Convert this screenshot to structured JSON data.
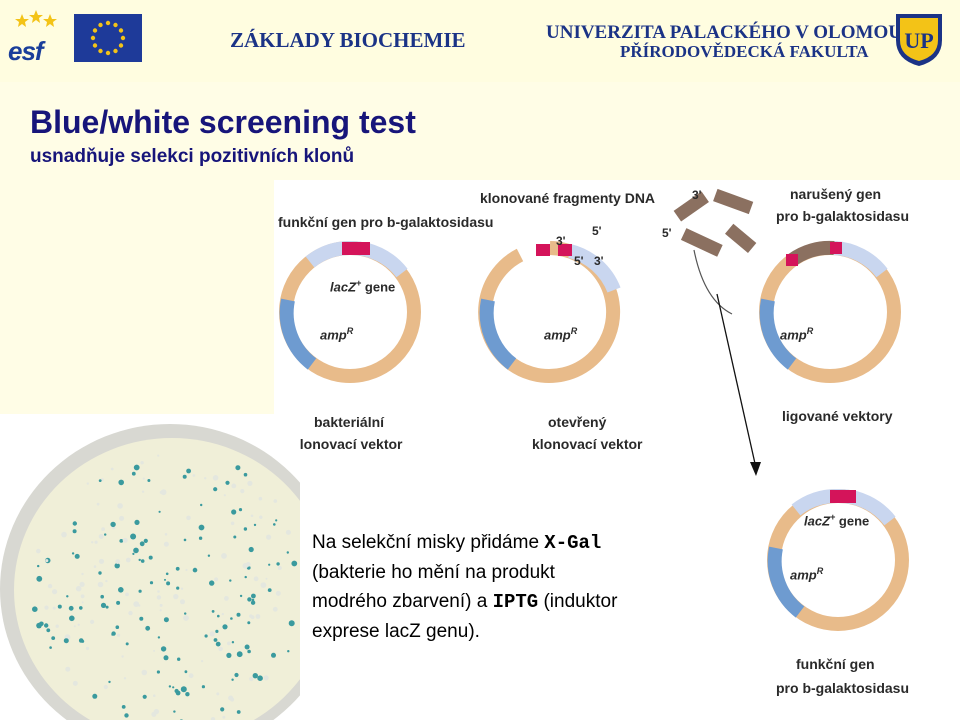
{
  "header": {
    "esf_label": "esf",
    "course_title": "ZÁKLADY BIOCHEMIE",
    "university_line1": "UNIVERZITA PALACKÉHO V OLOMOUCI",
    "university_line2": "PŘÍRODOVĚDECKÁ FAKULTA",
    "crest_label": "UP"
  },
  "slide": {
    "title": "Blue/white screening test",
    "subtitle": "usnadňuje selekci pozitivních klonů"
  },
  "diagram": {
    "label_functional_gene_top": "funkční gen pro b-galaktosidasu",
    "label_cloned_fragments": "klonované fragmenty DNA",
    "label_disrupted_gene_1": "narušený gen",
    "label_disrupted_gene_2": "pro b-galaktosidasu",
    "label_lacz": "lacZ",
    "label_lacz_sup": "+",
    "label_gene": "gene",
    "label_amp": "amp",
    "label_amp_sup": "R",
    "label_3prime": "3'",
    "label_5prime": "5'",
    "caption_bacterial_1": "bakteriální",
    "caption_bacterial_2": "klonovací vektor",
    "caption_open_1": "otevřený",
    "caption_open_2": "klonovací vektor",
    "caption_ligated": "ligované vektory",
    "caption_functional_1": "funkční gen",
    "caption_functional_2": "pro b-galaktosidasu",
    "colors": {
      "ring_tan": "#e8bb8a",
      "amp_blue": "#6e9bd0",
      "lacz_light": "#c9d6ef",
      "insert_magenta": "#d4145a",
      "fragment_brown": "#8b7060"
    }
  },
  "note": {
    "line1_prefix": "Na selekční misky přidáme ",
    "line1_bold": "X-Gal",
    "line2": "(bakterie ho mění na produkt",
    "line3_prefix": "modrého zbarvení) a ",
    "line3_bold": "IPTG",
    "line3_suffix": " (induktor",
    "line4": "exprese lacZ genu)."
  }
}
